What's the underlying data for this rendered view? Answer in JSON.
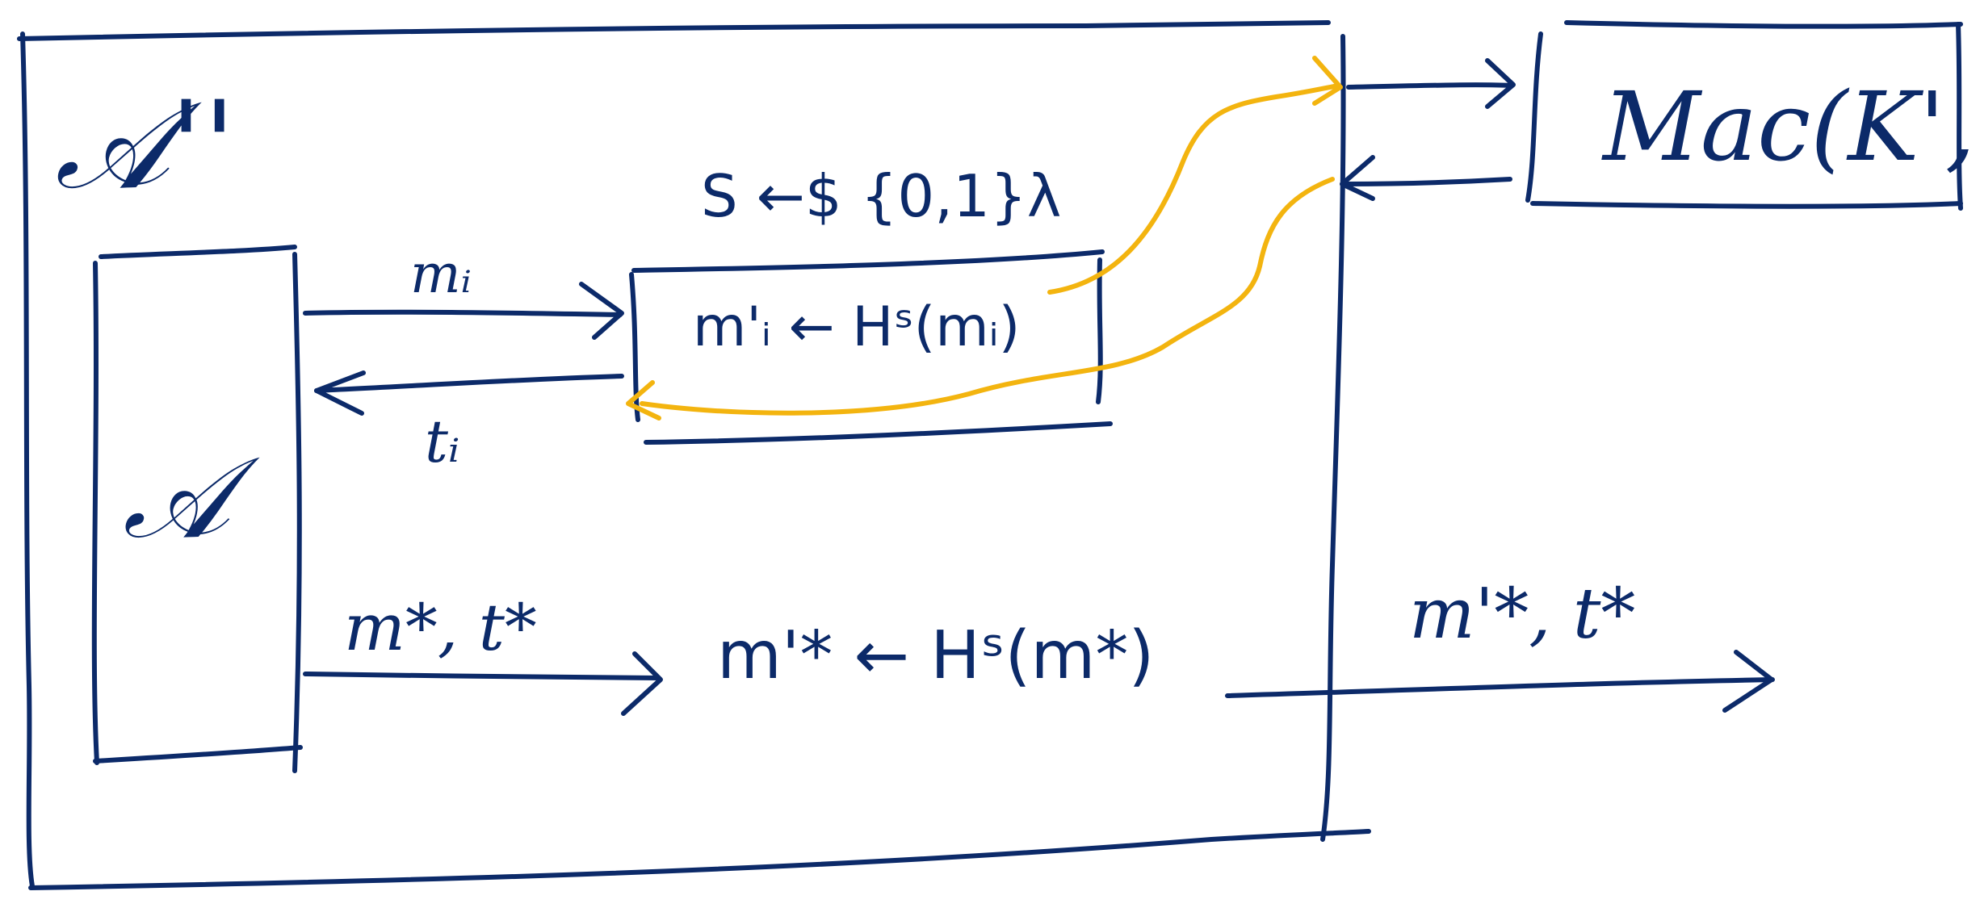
{
  "colors": {
    "ink": "#0c2a69",
    "highlight": "#f3b40f",
    "background": "#ffffff"
  },
  "labels": {
    "outer_adversary": "𝒜''",
    "inner_adversary": "𝒜",
    "key_sample": "S ←$ {0,1}λ",
    "oracle_box": "Mac(K',·",
    "query_message": "mᵢ",
    "query_hash": "m'ᵢ ← Hˢ(mᵢ)",
    "tag_response": "tᵢ",
    "forgery_in": "m*, t*",
    "forgery_hash": "m'* ← Hˢ(m*)",
    "forgery_out": "m'*, t*"
  }
}
